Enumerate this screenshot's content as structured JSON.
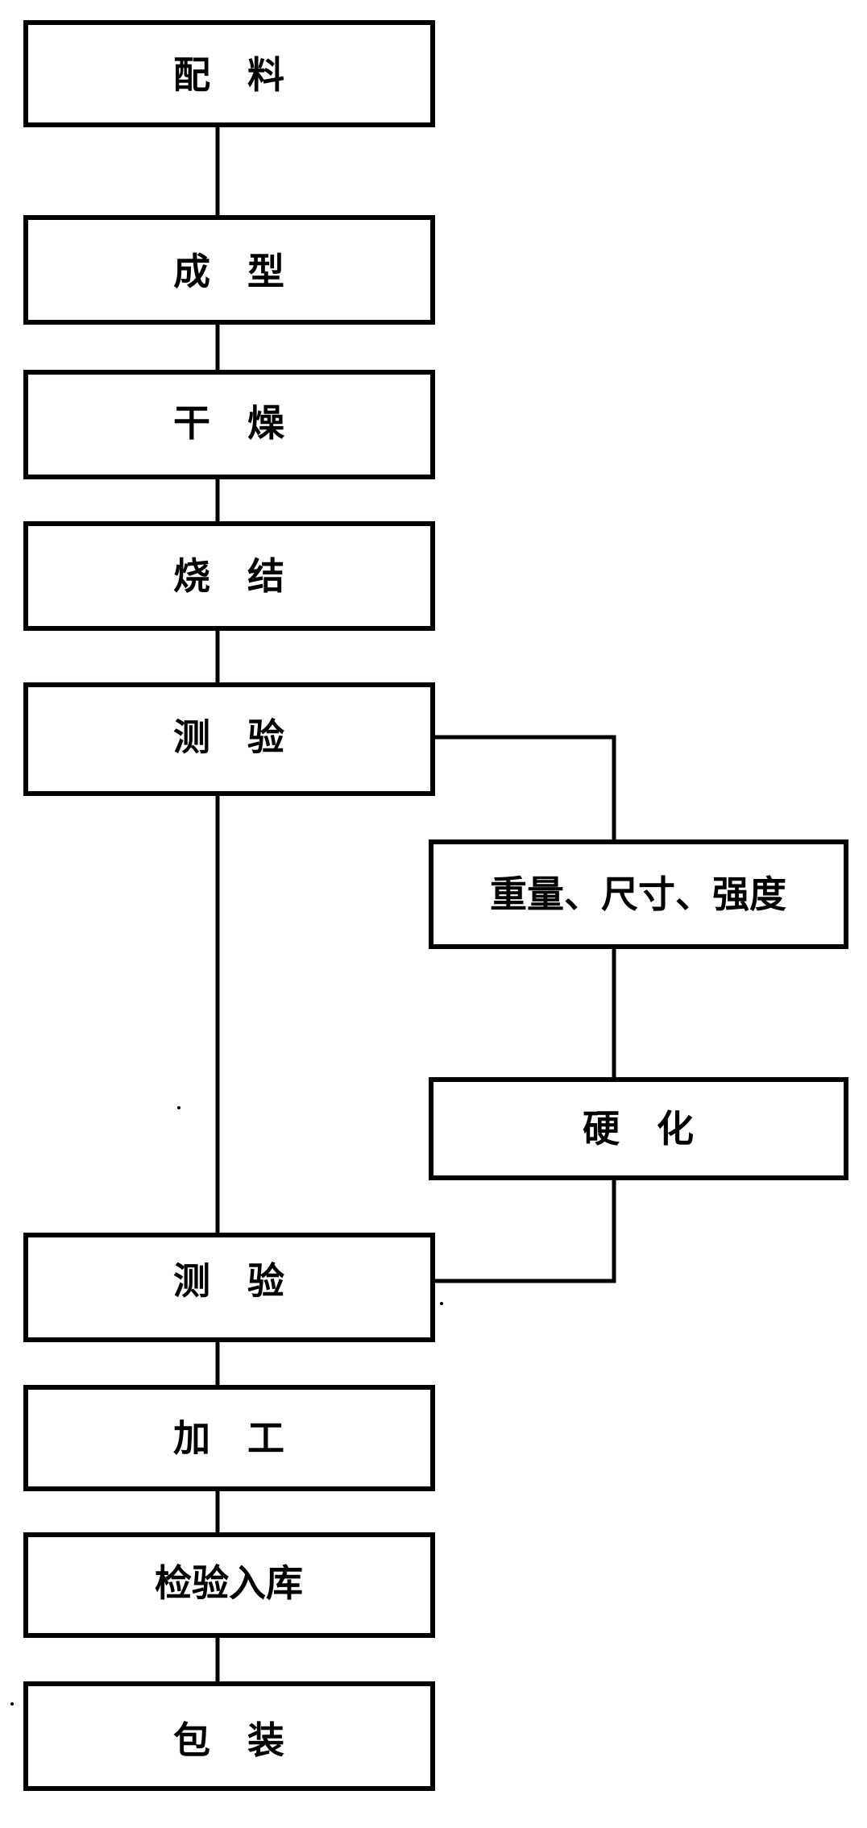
{
  "flowchart": {
    "steps": {
      "s1": "配　料",
      "s2": "成　型",
      "s3": "干　燥",
      "s4": "烧　结",
      "s5": "测　验",
      "b1": "重量、尺寸、强度",
      "b2": "硬　化",
      "s6": "测　验",
      "s7": "加　工",
      "s8": "检验入库",
      "s9": "包　装"
    }
  }
}
